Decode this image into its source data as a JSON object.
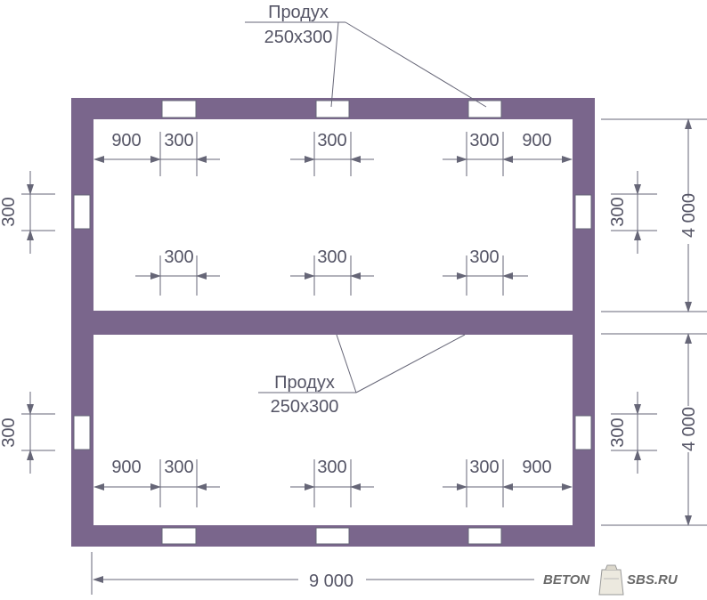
{
  "colors": {
    "wall": "#7a668c",
    "line": "#666677",
    "text": "#555566",
    "vent_fill": "#ffffff"
  },
  "labels": {
    "vent_title": "Продух",
    "vent_size": "250x300",
    "vent_gap": "300",
    "corner_gap": "900",
    "room_height": "4 000",
    "total_width": "9 000"
  },
  "watermark": {
    "left": "BETON",
    "right": "SBS.RU",
    "icon": "cement-bag-icon"
  }
}
